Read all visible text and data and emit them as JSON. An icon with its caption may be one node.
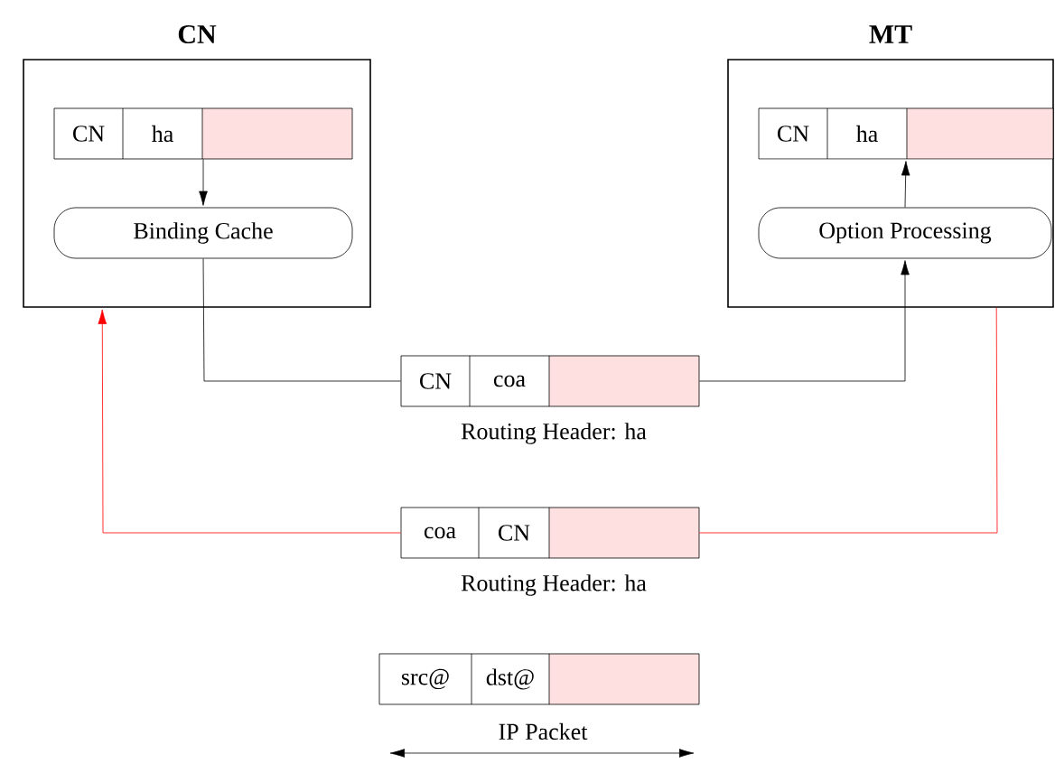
{
  "diagram": {
    "nodes": [
      {
        "text": [
          "CN"
        ]
      },
      {
        "text": [
          "CN",
          "ha"
        ],
        "in": 0
      },
      {
        "text": [
          "Binding Cache"
        ],
        "in": 0
      },
      {
        "text": [
          "MT"
        ]
      },
      {
        "text": [
          "CN",
          "ha"
        ],
        "in": 3
      },
      {
        "text": [
          "Option Processing"
        ],
        "in": 3
      },
      {
        "text": [
          "CN",
          "coa"
        ],
        "beside": [
          "Routing Header: ha"
        ]
      },
      {
        "text": [
          "coa",
          "CN"
        ],
        "beside": [
          "Routing Header: ha"
        ]
      },
      {
        "text": [
          "src@",
          "dst@"
        ],
        "beside": [
          "IP Packet"
        ]
      }
    ],
    "edges": [
      {
        "from": 1,
        "to": 2,
        "arrow": "to"
      },
      {
        "from": 2,
        "to": 6,
        "arrow": "none"
      },
      {
        "from": 6,
        "to": 5,
        "arrow": "to"
      },
      {
        "from": 5,
        "to": 4,
        "arrow": "to"
      },
      {
        "from": 3,
        "to": 7,
        "arrow": "none",
        "color": "#ff0000"
      },
      {
        "from": 7,
        "to": 0,
        "arrow": "to",
        "color": "#ff0000"
      }
    ]
  }
}
